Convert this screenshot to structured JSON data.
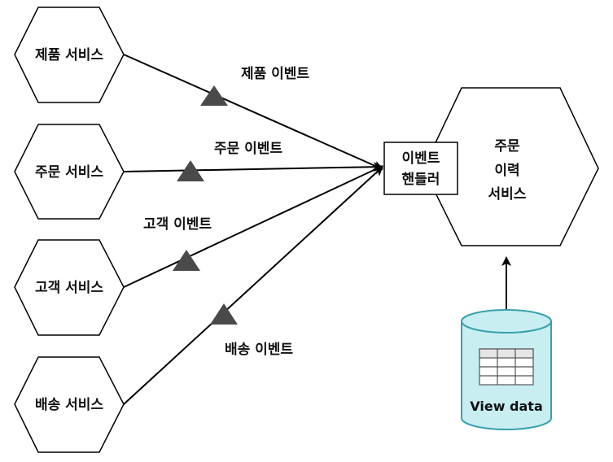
{
  "services": [
    {
      "label": "제품 서비스"
    },
    {
      "label": "주문 서비스"
    },
    {
      "label": "고객 서비스"
    },
    {
      "label": "배송 서비스"
    }
  ],
  "events": [
    {
      "label": "제품 이벤트"
    },
    {
      "label": "주문 이벤트"
    },
    {
      "label": "고객 이벤트"
    },
    {
      "label": "배송 이벤트"
    }
  ],
  "handler": {
    "line1": "이벤트",
    "line2": "핸들러"
  },
  "history_service": {
    "line1": "주문",
    "line2": "이력",
    "line3": "서비스"
  },
  "database": {
    "label": "View data"
  },
  "colors": {
    "stroke": "#000000",
    "triangle": "#4a4a4a",
    "db_fill": "#c8eef2",
    "db_stroke": "#3aa0ac"
  }
}
